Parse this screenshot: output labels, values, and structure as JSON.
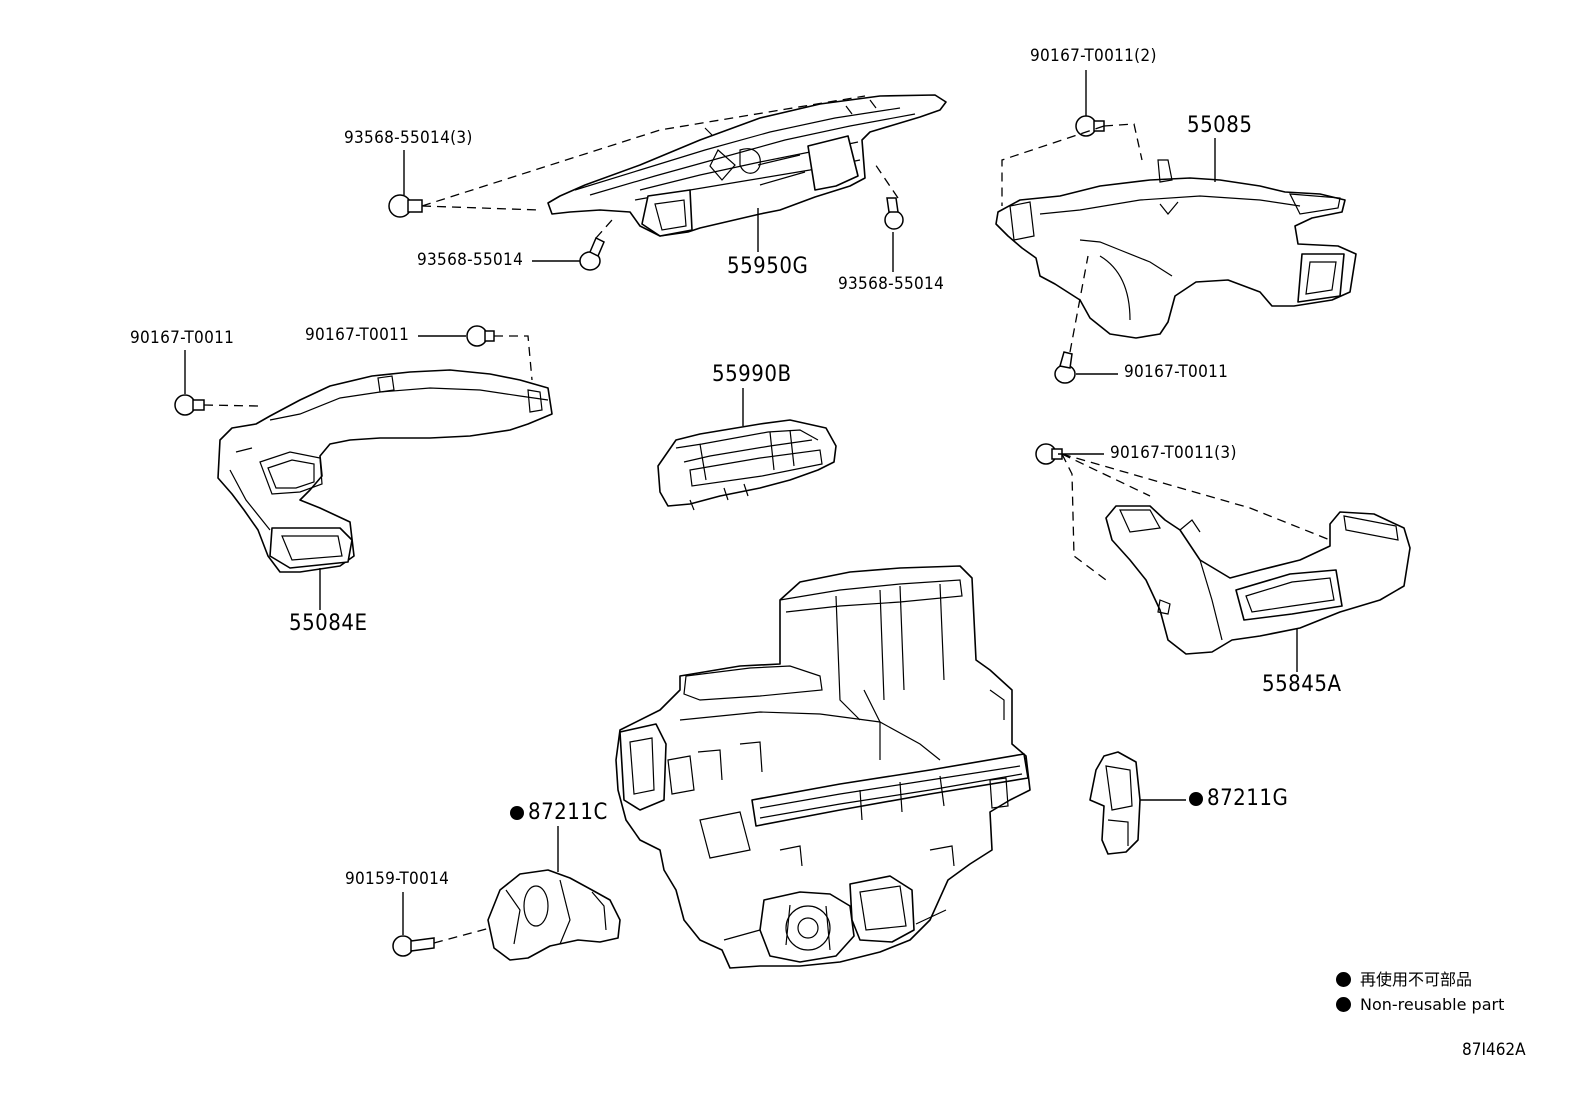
{
  "parts": {
    "p55950G": "55950G",
    "p55085": "55085",
    "p55990B": "55990B",
    "p55084E": "55084E",
    "p55845A": "55845A",
    "p87211C": "87211C",
    "p87211G": "87211G"
  },
  "fasteners": {
    "f93568_55014_3": "93568-55014(3)",
    "f93568_55014_a": "93568-55014",
    "f93568_55014_b": "93568-55014",
    "f90167_T0011_2": "90167-T0011(2)",
    "f90167_T0011_a": "90167-T0011",
    "f90167_T0011_b": "90167-T0011",
    "f90167_T0011_c": "90167-T0011",
    "f90167_T0011_3": "90167-T0011(3)",
    "f90159_T0014": "90159-T0014"
  },
  "legend": {
    "line1": "再使用不可部品",
    "line2": "Non-reusable part"
  },
  "figure_code": "87I462A"
}
